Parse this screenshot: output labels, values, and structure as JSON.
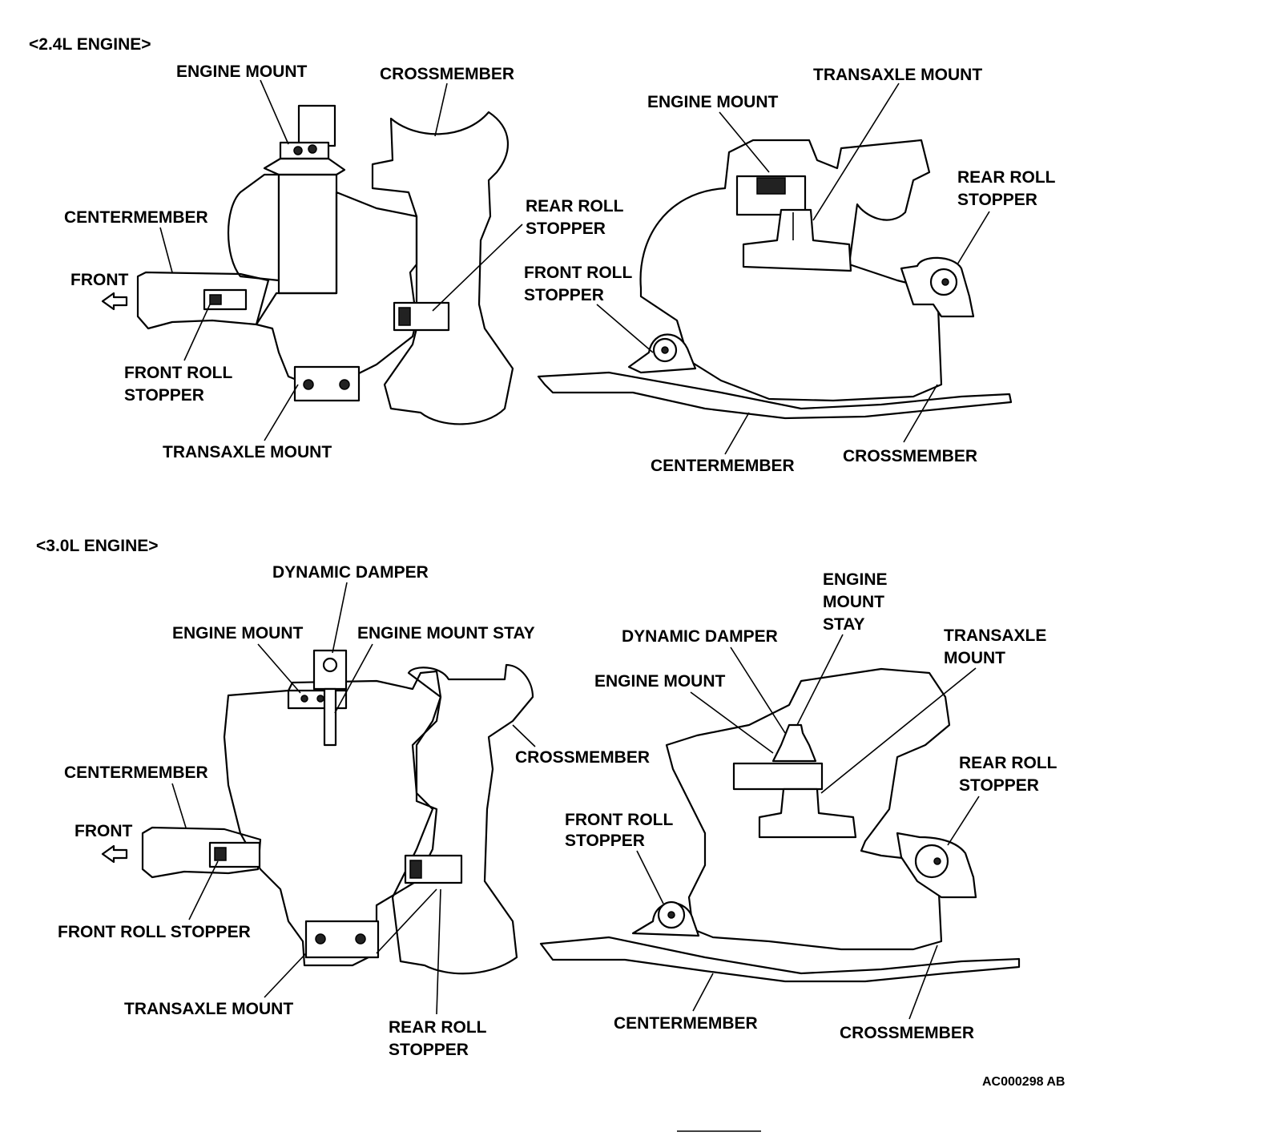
{
  "sections": [
    {
      "heading": "<2.4L ENGINE>",
      "top_view": {
        "engine_mount": "ENGINE MOUNT",
        "crossmember": "CROSSMEMBER",
        "centermember": "CENTERMEMBER",
        "front": "FRONT",
        "front_roll_stopper": [
          "FRONT ROLL",
          "STOPPER"
        ],
        "rear_roll_stopper": [
          "REAR ROLL",
          "STOPPER"
        ],
        "transaxle_mount": "TRANSAXLE MOUNT"
      },
      "side_view": {
        "engine_mount": "ENGINE MOUNT",
        "transaxle_mount": "TRANSAXLE MOUNT",
        "rear_roll_stopper": [
          "REAR ROLL",
          "STOPPER"
        ],
        "front_roll_stopper": [
          "FRONT ROLL",
          "STOPPER"
        ],
        "centermember": "CENTERMEMBER",
        "crossmember": "CROSSMEMBER"
      }
    },
    {
      "heading": "<3.0L ENGINE>",
      "top_view": {
        "dynamic_damper": "DYNAMIC DAMPER",
        "engine_mount": "ENGINE MOUNT",
        "engine_mount_stay": "ENGINE MOUNT STAY",
        "crossmember": "CROSSMEMBER",
        "centermember": "CENTERMEMBER",
        "front": "FRONT",
        "front_roll_stopper": "FRONT ROLL STOPPER",
        "transaxle_mount": "TRANSAXLE MOUNT",
        "rear_roll_stopper": [
          "REAR ROLL",
          "STOPPER"
        ]
      },
      "side_view": {
        "engine_mount_stay": [
          "ENGINE",
          "MOUNT",
          "STAY"
        ],
        "dynamic_damper": "DYNAMIC DAMPER",
        "transaxle_mount": [
          "TRANSAXLE",
          "MOUNT"
        ],
        "engine_mount": "ENGINE MOUNT",
        "rear_roll_stopper": [
          "REAR ROLL",
          "STOPPER"
        ],
        "front_roll_stopper": [
          "FRONT ROLL",
          "STOPPER"
        ],
        "centermember": "CENTERMEMBER",
        "crossmember": "CROSSMEMBER"
      }
    }
  ],
  "figure_code": "AC000298 AB"
}
